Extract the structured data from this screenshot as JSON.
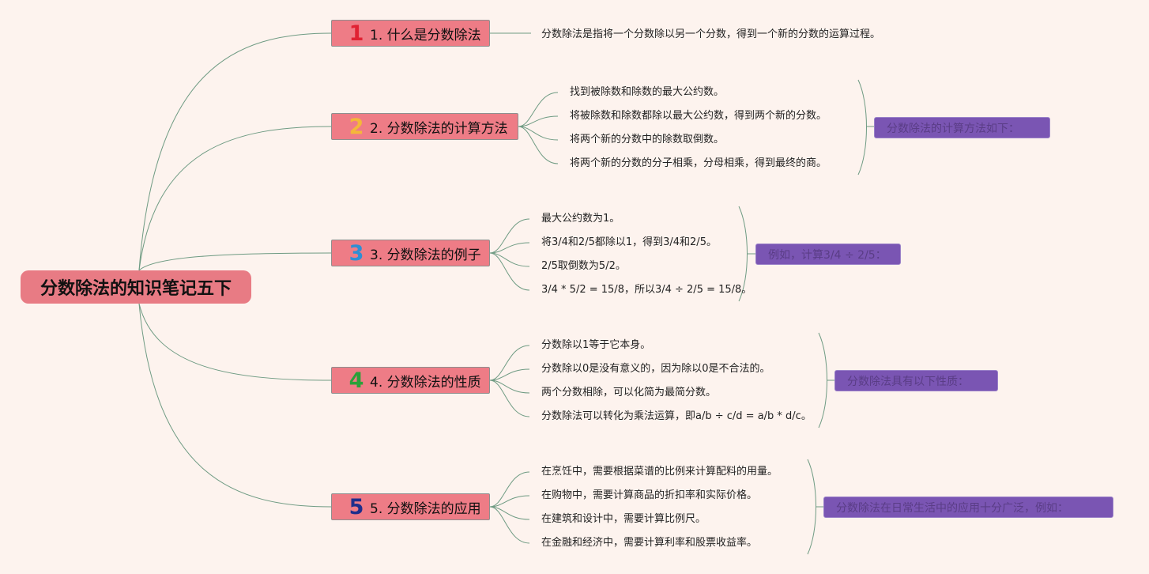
{
  "root": {
    "title": "分数除法的知识笔记五下"
  },
  "colors": {
    "topic_bg": "#ee7c86",
    "summary_bg": "#7a55b3",
    "line": "#6f9b83",
    "background": "#fdf3ee"
  },
  "topics": [
    {
      "num": "1",
      "num_color": "#e02233",
      "label": "1. 什么是分数除法",
      "items": [
        "分数除法是指将一个分数除以另一个分数，得到一个新的分数的运算过程。"
      ]
    },
    {
      "num": "2",
      "num_color": "#f4b73a",
      "label": "2. 分数除法的计算方法",
      "items": [
        "找到被除数和除数的最大公约数。",
        "将被除数和除数都除以最大公约数，得到两个新的分数。",
        "将两个新的分数中的除数取倒数。",
        "将两个新的分数的分子相乘，分母相乘，得到最终的商。"
      ],
      "summary": "分数除法的计算方法如下："
    },
    {
      "num": "3",
      "num_color": "#2f8fd4",
      "label": "3. 分数除法的例子",
      "items": [
        "最大公约数为1。",
        "将3/4和2/5都除以1，得到3/4和2/5。",
        "2/5取倒数为5/2。",
        "3/4 * 5/2 = 15/8，所以3/4 ÷ 2/5 = 15/8。"
      ],
      "summary": "例如，计算3/4 ÷ 2/5："
    },
    {
      "num": "4",
      "num_color": "#2aa13a",
      "label": "4. 分数除法的性质",
      "items": [
        "分数除以1等于它本身。",
        "分数除以0是没有意义的，因为除以0是不合法的。",
        "两个分数相除，可以化简为最简分数。",
        "分数除法可以转化为乘法运算，即a/b ÷ c/d = a/b * d/c。"
      ],
      "summary": "分数除法具有以下性质："
    },
    {
      "num": "5",
      "num_color": "#1e2e8c",
      "label": "5. 分数除法的应用",
      "items": [
        "在烹饪中，需要根据菜谱的比例来计算配料的用量。",
        "在购物中，需要计算商品的折扣率和实际价格。",
        "在建筑和设计中，需要计算比例尺。",
        "在金融和经济中，需要计算利率和股票收益率。"
      ],
      "summary": "分数除法在日常生活中的应用十分广泛，例如："
    }
  ]
}
